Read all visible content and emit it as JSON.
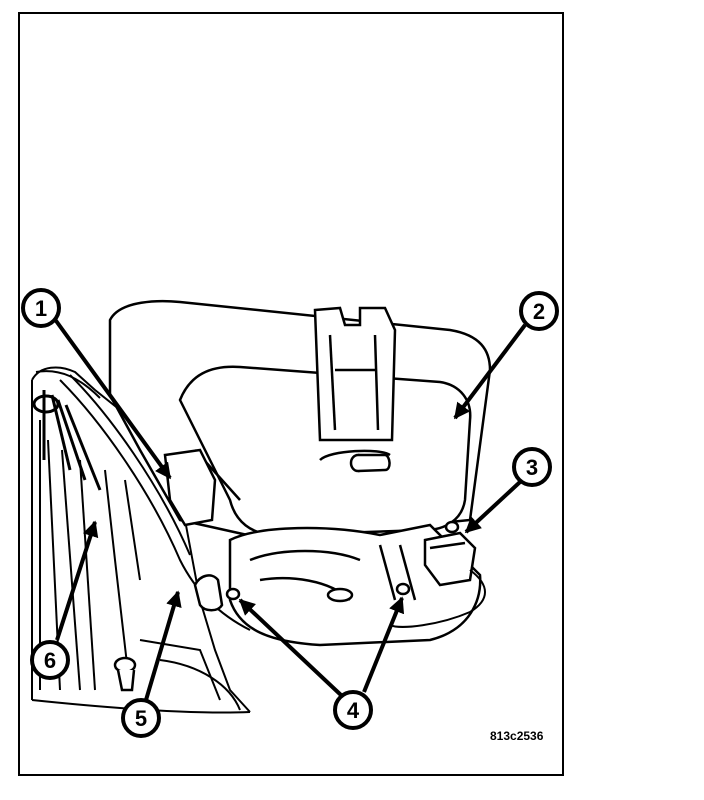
{
  "figure": {
    "id_label": "813c2536",
    "ink_color": "#000000",
    "paper_color": "#ffffff"
  },
  "callouts": [
    {
      "number": "1"
    },
    {
      "number": "2"
    },
    {
      "number": "3"
    },
    {
      "number": "4"
    },
    {
      "number": "5"
    },
    {
      "number": "6"
    }
  ]
}
